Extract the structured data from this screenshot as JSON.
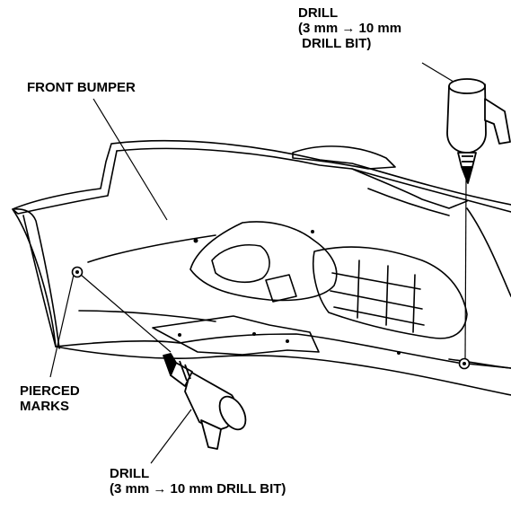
{
  "labels": {
    "drill_top_line1": "DRILL",
    "drill_top_line2": "(3 mm → 10 mm",
    "drill_top_line3": " DRILL BIT)",
    "front_bumper": "FRONT BUMPER",
    "pierced_marks_line1": "PIERCED",
    "pierced_marks_line2": "MARKS",
    "drill_bottom_line1": "DRILL",
    "drill_bottom_line2": "(3 mm → 10 mm DRILL BIT)"
  },
  "colors": {
    "ink": "#000000",
    "paper": "#ffffff"
  },
  "icons": {
    "top_drill": "drill-icon",
    "bottom_drill": "drill-icon"
  }
}
